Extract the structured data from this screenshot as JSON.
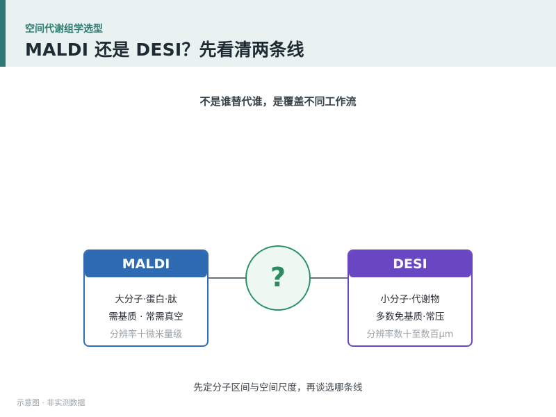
{
  "header": {
    "eyebrow": "空间代谢组学选型",
    "title": "MALDI 还是 DESI？先看清两条线"
  },
  "subtitle": "不是谁替代谁，是覆盖不同工作流",
  "left_card": {
    "title": "MALDI",
    "line1": "大分子·蛋白·肽",
    "line2": "需基质 · 常需真空",
    "note": "分辨率十微米量级",
    "color": "#2e6bb3"
  },
  "right_card": {
    "title": "DESI",
    "line1": "小分子·代谢物",
    "line2": "多数免基质·常压",
    "note": "分辨率数十至数百μm",
    "color": "#6a47c2"
  },
  "center": {
    "symbol": "?",
    "color": "#2d9165",
    "icon": "question-mark-icon"
  },
  "caption": "先定分子区间与空间尺度，再谈选哪条线",
  "footnote": "示意图 · 非实测数据"
}
